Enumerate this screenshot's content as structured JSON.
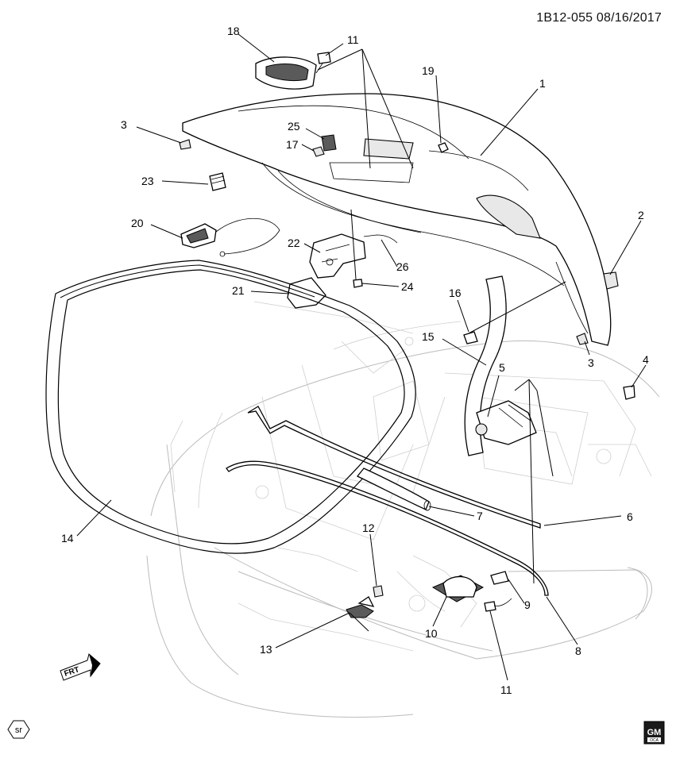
{
  "document_id": "1B12-055 08/16/2017",
  "callouts": [
    "18",
    "11",
    "19",
    "1",
    "3",
    "25",
    "17",
    "23",
    "2",
    "20",
    "22",
    "26",
    "21",
    "24",
    "16",
    "15",
    "5",
    "3",
    "4",
    "6",
    "7",
    "14",
    "12",
    "9",
    "10",
    "8",
    "13",
    "11"
  ],
  "stamp_sr": "sr",
  "stamp_frt": "FRT",
  "logo_top": "GM",
  "logo_bottom": "OCA"
}
